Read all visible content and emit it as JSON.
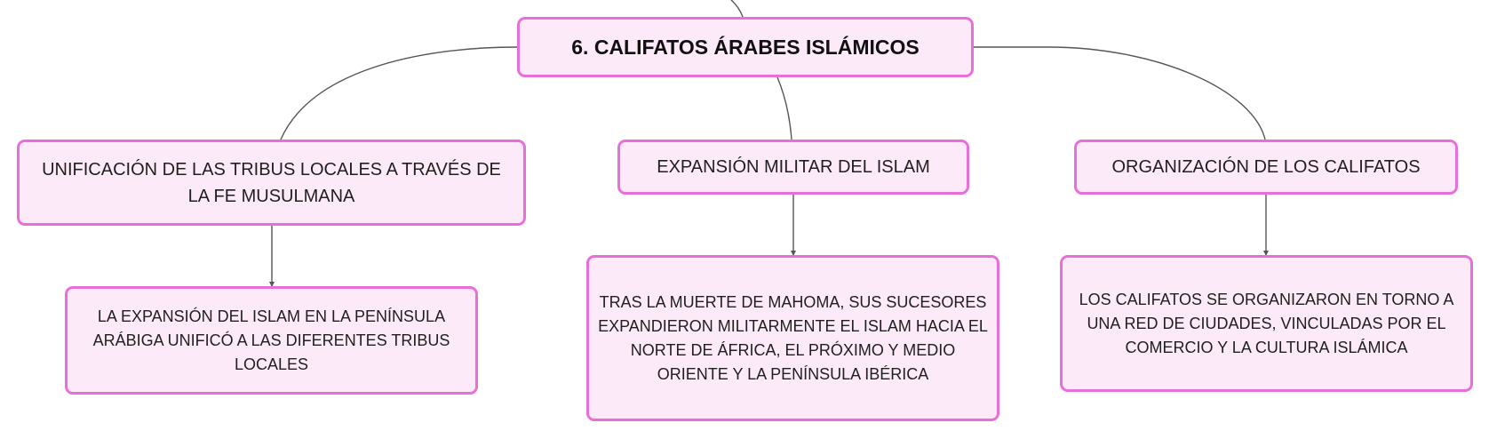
{
  "diagram": {
    "root": {
      "label": "6. CALIFATOS ÁRABES ISLÁMICOS"
    },
    "topics": [
      {
        "label": "UNIFICACIÓN DE LAS TRIBUS LOCALES A TRAVÉS DE LA FE MUSULMANA",
        "detail": "LA EXPANSIÓN DEL ISLAM EN LA PENÍNSULA ARÁBIGA UNIFICÓ A LAS DIFERENTES TRIBUS LOCALES"
      },
      {
        "label": "EXPANSIÓN MILITAR DEL ISLAM",
        "detail": "TRAS LA MUERTE DE MAHOMA, SUS SUCESORES EXPANDIERON MILITARMENTE EL ISLAM HACIA EL NORTE DE ÁFRICA, EL PRÓXIMO Y MEDIO ORIENTE Y LA PENÍNSULA IBÉRICA"
      },
      {
        "label": "ORGANIZACIÓN DE LOS CALIFATOS",
        "detail": "LOS CALIFATOS SE ORGANIZARON EN TORNO A UNA RED DE CIUDADES, VINCULADAS POR EL COMERCIO Y LA CULTURA ISLÁMICA"
      }
    ],
    "colors": {
      "node_fill": "#fdeaf8",
      "node_border": "#e86fd9",
      "connector": "#555555",
      "text": "#1f1f1f"
    }
  }
}
